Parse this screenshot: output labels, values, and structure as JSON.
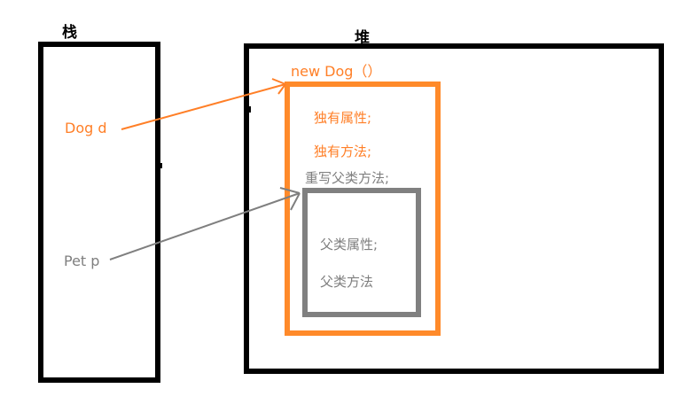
{
  "stack": {
    "title": "栈",
    "variables": [
      {
        "label": "Dog d",
        "color": "#ff7f27"
      },
      {
        "label": "Pet p",
        "color": "#7f7f7f"
      }
    ]
  },
  "heap": {
    "title": "堆",
    "object": {
      "constructor_label": "new Dog（）",
      "own_attributes": "独有属性;",
      "own_methods": "独有方法;",
      "overridden_methods": "重写父类方法;",
      "parent": {
        "attributes": "父类属性;",
        "methods": "父类方法"
      }
    }
  },
  "colors": {
    "border": "#000000",
    "dog": "#ff8a2a",
    "pet": "#808080"
  }
}
